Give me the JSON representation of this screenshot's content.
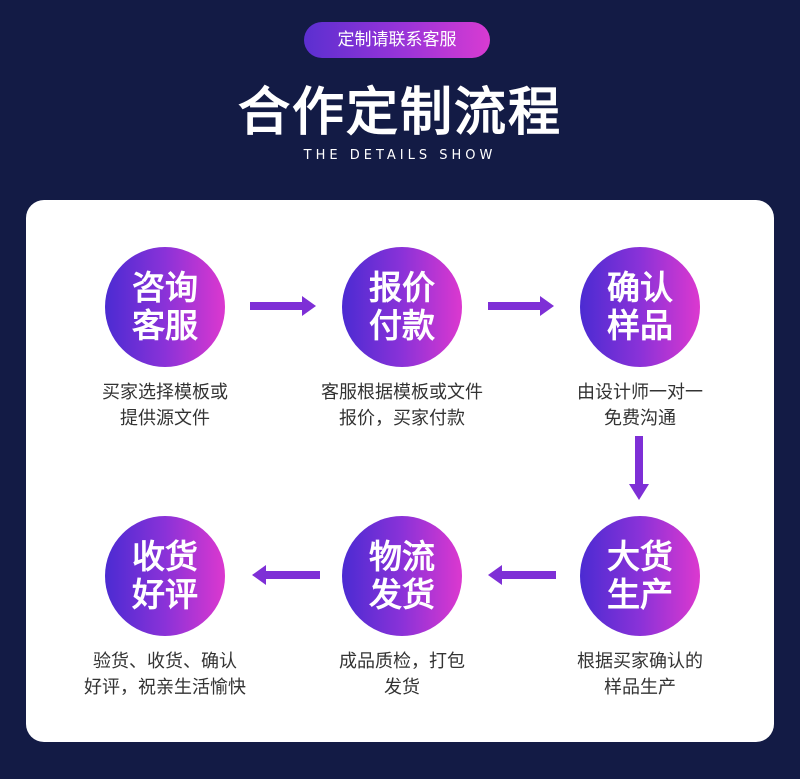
{
  "header": {
    "pill_label": "定制请联系客服",
    "title": "合作定制流程",
    "subtitle": "THE DETAILS SHOW"
  },
  "steps": [
    {
      "title_line1": "咨询",
      "title_line2": "客服",
      "desc_line1": "买家选择模板或",
      "desc_line2": "提供源文件"
    },
    {
      "title_line1": "报价",
      "title_line2": "付款",
      "desc_line1": "客服根据模板或文件",
      "desc_line2": "报价，买家付款"
    },
    {
      "title_line1": "确认",
      "title_line2": "样品",
      "desc_line1": "由设计师一对一",
      "desc_line2": "免费沟通"
    },
    {
      "title_line1": "大货",
      "title_line2": "生产",
      "desc_line1": "根据买家确认的",
      "desc_line2": "样品生产"
    },
    {
      "title_line1": "物流",
      "title_line2": "发货",
      "desc_line1": "成品质检，打包",
      "desc_line2": "发货"
    },
    {
      "title_line1": "收货",
      "title_line2": "好评",
      "desc_line1": "验货、收货、确认",
      "desc_line2": "好评，祝亲生活愉快"
    }
  ],
  "colors": {
    "background": "#131b45",
    "gradient_start": "#4b2bd2",
    "gradient_end": "#dc38cf",
    "arrow": "#7e2fd6",
    "card": "#ffffff"
  },
  "icons": [
    "arrow-right-icon",
    "arrow-down-icon",
    "arrow-left-icon"
  ]
}
